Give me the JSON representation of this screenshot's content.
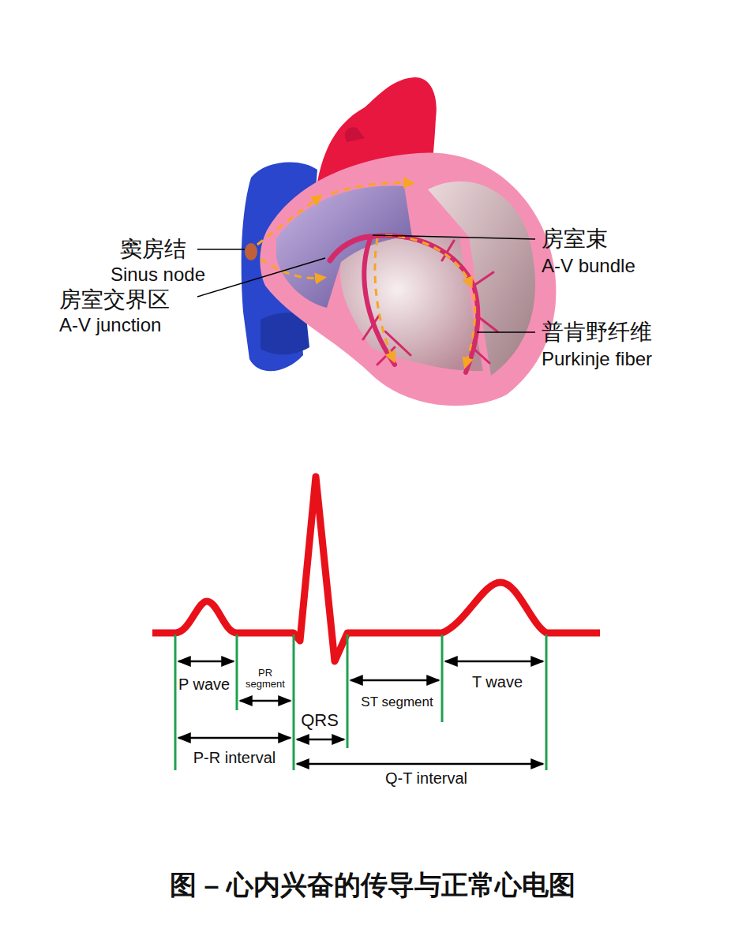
{
  "diagram": {
    "caption": "图 – 心内兴奋的传导与正常心电图",
    "labels": [
      "窦房结",
      "Sinus node",
      "房室交界区",
      "A-V junction",
      "房室束",
      "A-V bundle",
      "普肯野纤维",
      "Purkinje fiber",
      "P wave",
      "PR segment",
      "ST segment",
      "T wave",
      "QRS",
      "P-R interval",
      "Q-T interval"
    ]
  }
}
